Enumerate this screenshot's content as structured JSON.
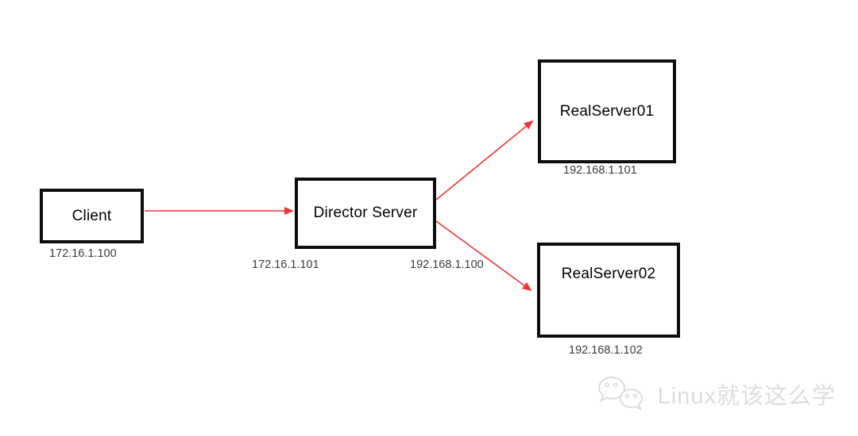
{
  "diagram": {
    "type": "network-topology",
    "nodes": [
      {
        "id": "client",
        "label": "Client",
        "ip": "172.16.1.100"
      },
      {
        "id": "director",
        "label": "Director Server",
        "ip_left": "172.16.1.101",
        "ip_right": "192.168.1.100"
      },
      {
        "id": "realserver01",
        "label": "RealServer01",
        "ip": "192.168.1.101"
      },
      {
        "id": "realserver02",
        "label": "RealServer02",
        "ip": "192.168.1.102"
      }
    ],
    "edges": [
      {
        "from": "Client",
        "to": "Director Server"
      },
      {
        "from": "Director Server",
        "to": "RealServer01"
      },
      {
        "from": "Director Server",
        "to": "RealServer02"
      }
    ]
  },
  "watermark": {
    "icon": "wechat-icon",
    "text": "Linux就该这么学"
  },
  "theme": {
    "arrow_color": "#ee3333",
    "box_border_color": "#0d0d0d",
    "node_text_color": "#000000",
    "label_color": "#3b3b3b",
    "watermark_color": "#dcdcdc",
    "background_color": "#ffffff"
  }
}
